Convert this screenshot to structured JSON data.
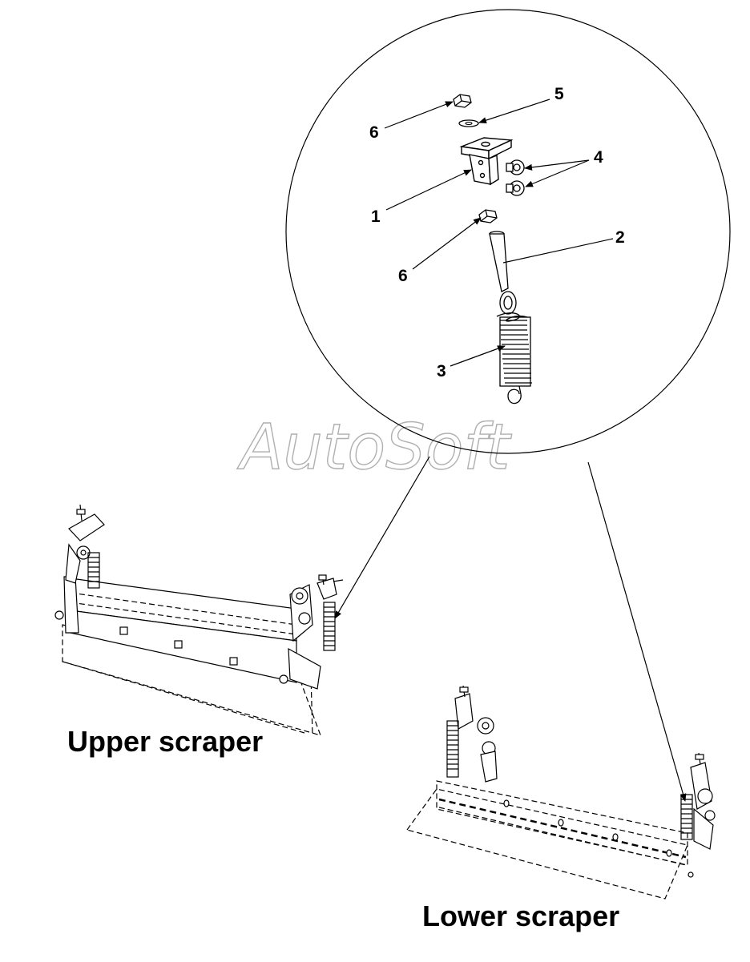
{
  "callouts": {
    "c1": "1",
    "c2": "2",
    "c3": "3",
    "c4": "4",
    "c5": "5",
    "c6a": "6",
    "c6b": "6"
  },
  "watermark": "AutoSoft",
  "captions": {
    "upper": "Upper scraper",
    "lower": "Lower scraper"
  }
}
